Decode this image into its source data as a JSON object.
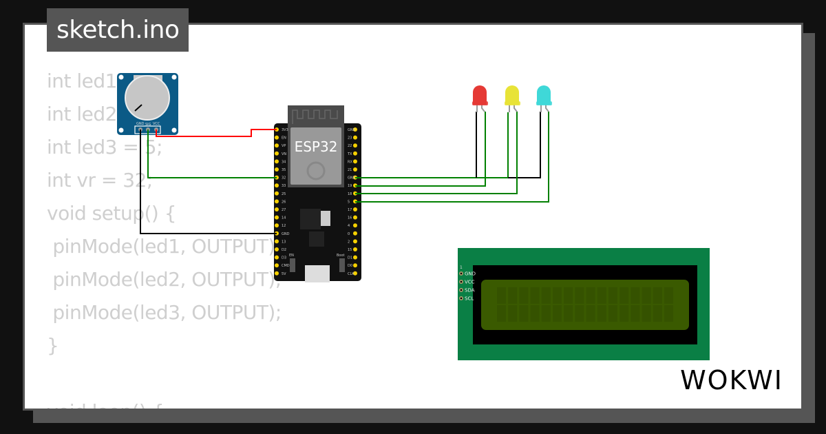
{
  "title": "sketch.ino",
  "code_lines": [
    "int led1",
    "int led2",
    "int led3 = 5;",
    "int vr = 32;",
    "void setup() {",
    " pinMode(led1, OUTPUT);",
    " pinMode(led2, OUTPUT);",
    " pinMode(led3, OUTPUT);",
    "}",
    "",
    "void loop() {"
  ],
  "potentiometer": {
    "pins": [
      "GND",
      "SIG",
      "VCC"
    ],
    "color": "#0b5a86"
  },
  "esp32": {
    "label": "ESP32",
    "left_pins": [
      "3V3",
      "EN",
      "VP",
      "VN",
      "34",
      "35",
      "32",
      "33",
      "25",
      "26",
      "27",
      "14",
      "12",
      "GND",
      "13",
      "D2",
      "D3",
      "CMD",
      "5V"
    ],
    "right_pins": [
      "GND",
      "23",
      "22",
      "TX",
      "RX",
      "21",
      "GND",
      "19",
      "18",
      "5",
      "17",
      "16",
      "4",
      "0",
      "2",
      "15",
      "D1",
      "D0",
      "CLK"
    ],
    "buttons": [
      "EN",
      "Boot"
    ]
  },
  "leds": [
    {
      "color": "red",
      "hex": "#e53935"
    },
    {
      "color": "yellow",
      "hex": "#e8e337"
    },
    {
      "color": "cyan",
      "hex": "#3fd8d8"
    }
  ],
  "lcd": {
    "pin_number": "1",
    "pins": [
      "GND",
      "VCC",
      "SDA",
      "SCL"
    ],
    "board_color": "#0a7f45",
    "screen_color": "#3a5a00"
  },
  "wire_colors": {
    "red": "#ff0000",
    "green": "#008000",
    "black": "#000000"
  },
  "logo": "WOKWI"
}
